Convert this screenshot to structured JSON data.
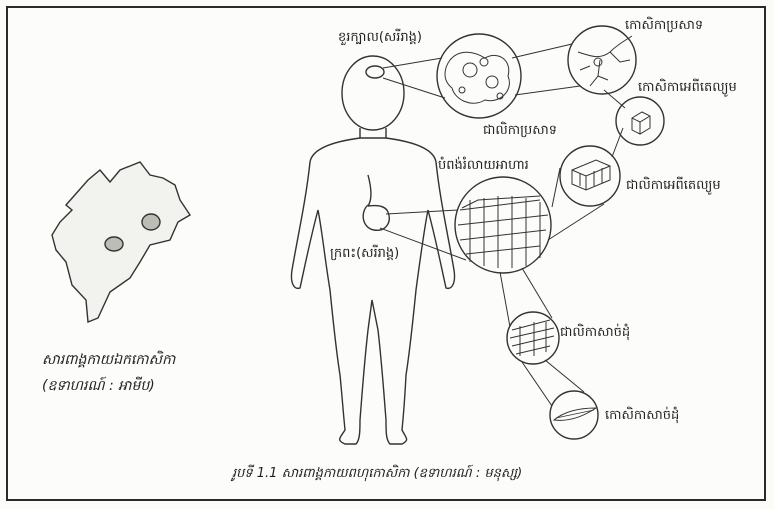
{
  "labels": {
    "brain_organ": "ខួរក្បាល(សរីរាង្គ)",
    "nerve_cell": "កោសិកាប្រសាទ",
    "epithelial_cell": "កោសិកាអេពីតេល្យូម",
    "nerve_tissue": "ជាលិកាប្រសាទ",
    "digestive_tube": "បំពង់រំលាយអាហារ",
    "epithelial_tissue": "ជាលិកាអេពីតេល្យូម",
    "stomach_organ": "ក្រពះ(សរីរាង្គ)",
    "muscle_tissue": "ជាលិកាសាច់ដុំ",
    "muscle_cell": "កោសិកាសាច់ដុំ"
  },
  "captions": {
    "unicellular_line1": "សារពាង្គកាយឯកកោសិកា",
    "unicellular_line2": "(ឧទាហរណ៍ : អាមីប)",
    "figure": "រូបទី 1.1 សារពាង្គកាយពហុកោសិកា (ឧទាហរណ៍ : មនុស្ស)"
  }
}
